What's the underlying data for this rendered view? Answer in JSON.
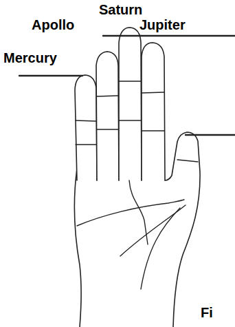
{
  "diagram": {
    "labels": [
      "Saturn",
      "Apollo",
      "Jupiter",
      "Mercury",
      "Fi"
    ]
  }
}
